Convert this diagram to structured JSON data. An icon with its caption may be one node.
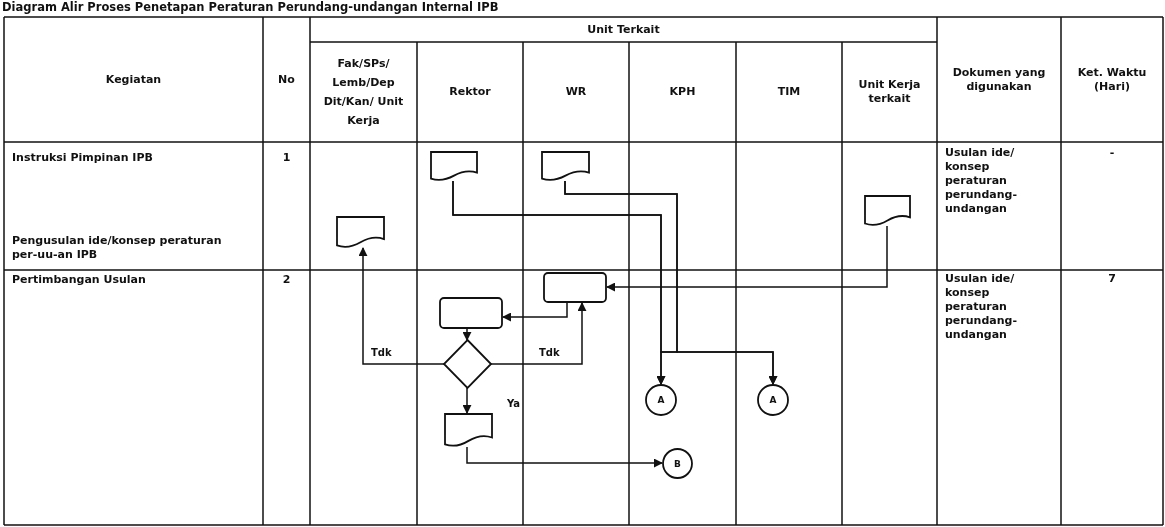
{
  "diagram": {
    "title": "Diagram Alir Proses Penetapan Peraturan Perundang-undangan Internal IPB",
    "nodes": [
      {
        "text": [],
        "shape": "document"
      },
      {
        "text": [],
        "shape": "document"
      },
      {
        "text": [],
        "shape": "document"
      },
      {
        "text": [],
        "shape": "document"
      },
      {
        "text": [],
        "shape": "box"
      },
      {
        "text": [],
        "shape": "box"
      },
      {
        "text": [],
        "shape": "diamond"
      },
      {
        "text": [],
        "shape": "document"
      },
      {
        "text": [
          "A"
        ]
      },
      {
        "text": [
          "A"
        ]
      },
      {
        "text": [
          "B"
        ]
      }
    ],
    "edges": [
      {
        "from": 0,
        "to": 8,
        "arrow": "to"
      },
      {
        "from": 0,
        "to": 9,
        "arrow": "to"
      },
      {
        "from": 1,
        "to": 8,
        "arrow": "to"
      },
      {
        "from": 1,
        "to": 9,
        "arrow": "to"
      },
      {
        "from": 2,
        "to": 4,
        "arrow": "to"
      },
      {
        "from": 4,
        "to": 5,
        "arrow": "to"
      },
      {
        "from": 5,
        "to": 6,
        "arrow": "to"
      },
      {
        "from": 6,
        "to": 3,
        "arrow": "to",
        "label": "Tdk"
      },
      {
        "from": 6,
        "to": 4,
        "arrow": "to",
        "label": "Tdk"
      },
      {
        "from": 6,
        "to": 7,
        "arrow": "to",
        "label": "Ya"
      },
      {
        "from": 7,
        "to": 10,
        "arrow": "to"
      }
    ],
    "labels": [
      "Kegiatan",
      "No",
      "Unit Terkait",
      "Fak/SPs/ Lemb/Dep Dit/Kan/ Unit Kerja",
      "Rektor",
      "WR",
      "KPH",
      "TIM",
      "Unit Kerja terkait",
      "Dokumen yang digunakan",
      "Ket. Waktu (Hari)",
      "Instruksi Pimpinan IPB",
      "1",
      "Usulan ide/ konsep peraturan perundang-undangan",
      "-",
      "Pengusulan ide/konsep peraturan per-uu-an IPB",
      "Pertimbangan Usulan",
      "2",
      "Usulan ide/ konsep peraturan perundang-undangan",
      "7"
    ]
  }
}
